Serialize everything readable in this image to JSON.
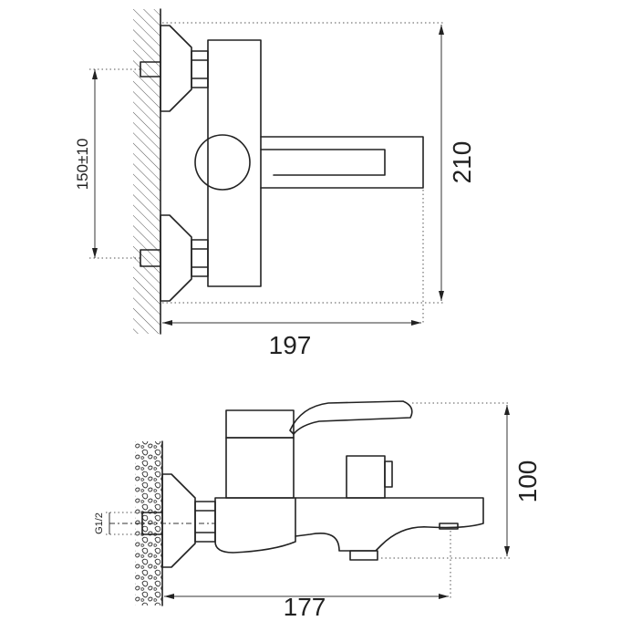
{
  "top_view": {
    "dim_width": "197",
    "dim_height": "210",
    "dim_spacing": "150±10"
  },
  "side_view": {
    "dim_width": "177",
    "dim_height": "100",
    "dim_thread": "G1/2"
  },
  "colors": {
    "line": "#222222",
    "background": "#ffffff"
  }
}
